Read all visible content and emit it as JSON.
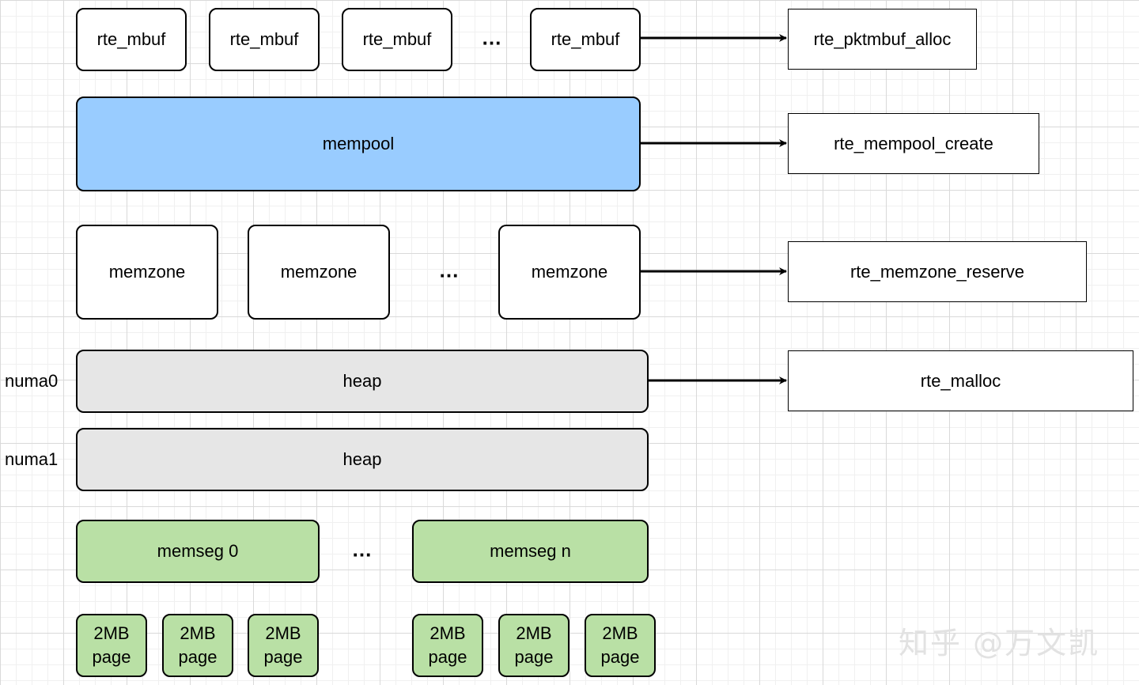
{
  "mbuf": {
    "labels": [
      "rte_mbuf",
      "rte_mbuf",
      "rte_mbuf",
      "rte_mbuf"
    ],
    "ellipsis": "…"
  },
  "mempool": {
    "label": "mempool"
  },
  "memzone": {
    "labels": [
      "memzone",
      "memzone",
      "memzone"
    ],
    "ellipsis": "…"
  },
  "numa": {
    "labels": [
      "numa0",
      "numa1"
    ]
  },
  "heap": {
    "labels": [
      "heap",
      "heap"
    ]
  },
  "memseg": {
    "labels": [
      "memseg 0",
      "memseg n"
    ],
    "ellipsis": "…"
  },
  "pages": {
    "line1": "2MB",
    "line2": "page"
  },
  "functions": {
    "alloc": "rte_pktmbuf_alloc",
    "create": "rte_mempool_create",
    "reserve": "rte_memzone_reserve",
    "malloc": "rte_malloc"
  },
  "watermark": "知乎 @万文凯",
  "colors": {
    "mempool": "#99ccff",
    "heap": "#e6e6e6",
    "memseg": "#b9e0a5",
    "box": "#ffffff"
  }
}
